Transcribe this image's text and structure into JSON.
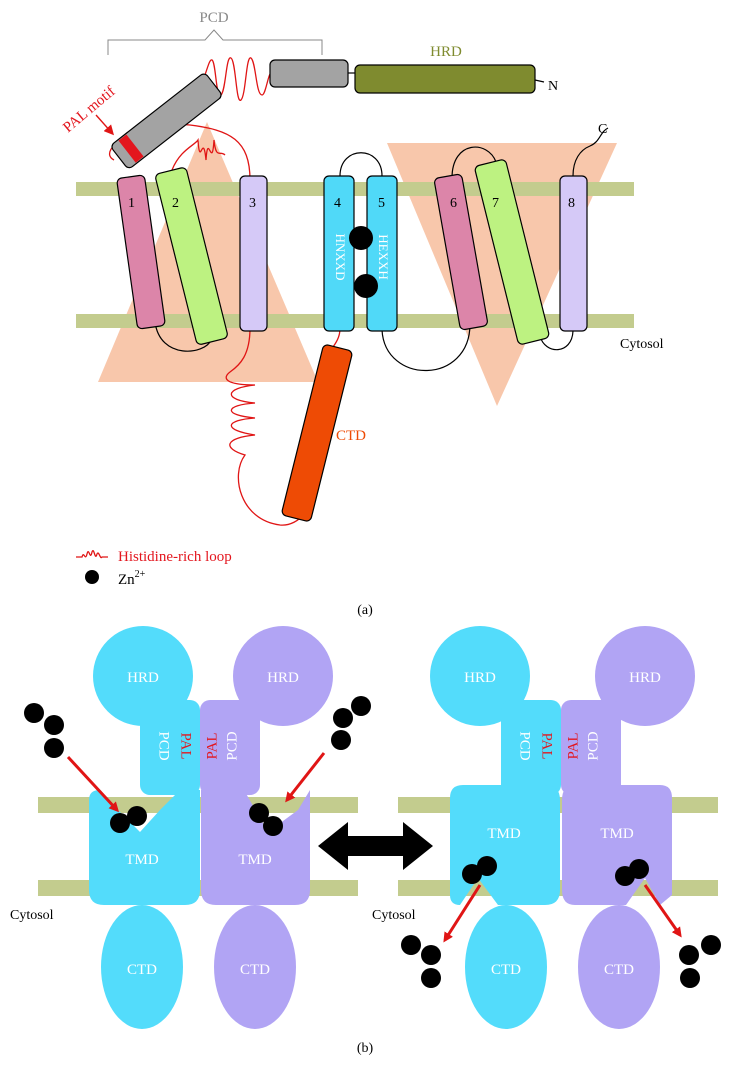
{
  "colors": {
    "membrane": "#c3cc8e",
    "triangle": "#f8c7ab",
    "helix_pink": "#dc85a9",
    "helix_green": "#bdf281",
    "helix_lavender": "#d5c9f7",
    "helix_cyan": "#50d9f8",
    "ctd_orange": "#ee4b05",
    "pcd_gray": "#a3a3a3",
    "hrd_olive": "#7f8b2f",
    "loop_red": "#e01515",
    "cyan_subunit": "#53dcfb",
    "purple_subunit": "#b1a4f4",
    "zinc": "#000000",
    "label_red": "#e3161e"
  },
  "panel_a": {
    "pcd_label": "PCD",
    "hrd_label": "HRD",
    "n_label": "N",
    "c_label": "C",
    "pal_motif_label": "PAL motif",
    "ctd_label": "CTD",
    "cytosol_label": "Cytosol",
    "helix_numbers": [
      "1",
      "2",
      "3",
      "4",
      "5",
      "6",
      "7",
      "8"
    ],
    "motif_4": "HNXXD",
    "motif_5": "HEXXH",
    "legend_loop": "Histidine-rich loop",
    "legend_zn": "Zn",
    "legend_zn_charge": "2+",
    "caption": "(a)"
  },
  "panel_b": {
    "hrd": "HRD",
    "pcd": "PCD",
    "pal": "PAL",
    "tmd": "TMD",
    "ctd": "CTD",
    "cytosol": "Cytosol",
    "caption": "(b)"
  }
}
